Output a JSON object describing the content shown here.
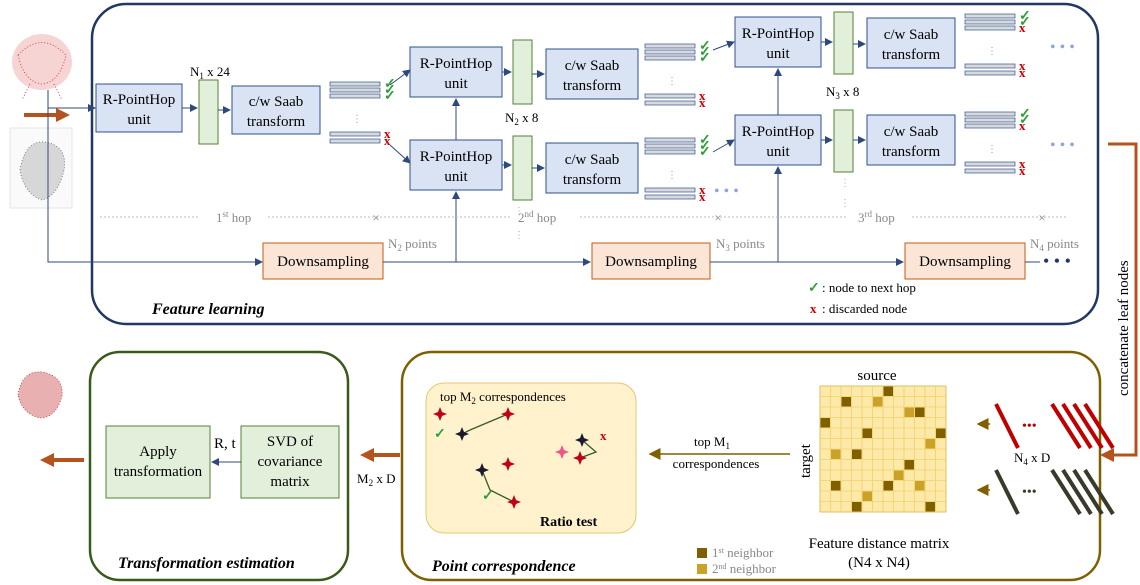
{
  "feature_learning": {
    "title": "Feature learning",
    "rpointhop": [
      "R-PointHop",
      "unit"
    ],
    "saab": [
      "c/w Saab",
      "transform"
    ],
    "downsampling": "Downsampling",
    "dim1": {
      "base": "N",
      "sub": "1",
      "rest": " x 24"
    },
    "dim2": {
      "base": "N",
      "sub": "2",
      "rest": " x 8"
    },
    "dim3": {
      "base": "N",
      "sub": "3",
      "rest": " x 8"
    },
    "pts2": {
      "base": "N",
      "sub": "2",
      "rest": " points"
    },
    "pts3": {
      "base": "N",
      "sub": "3",
      "rest": " points"
    },
    "pts4": {
      "base": "N",
      "sub": "4",
      "rest": " points"
    },
    "hop1": {
      "base": "1",
      "sup": "st",
      "rest": " hop"
    },
    "hop2": {
      "base": "2",
      "sup": "nd",
      "rest": " hop"
    },
    "hop3": {
      "base": "3",
      "sup": "rd",
      "rest": " hop"
    },
    "legend_check": ": node to next hop",
    "legend_x": ": discarded node",
    "check_glyph": "✓",
    "x_glyph": "x"
  },
  "side_label": "concatenate leaf nodes",
  "point_correspondence": {
    "title": "Point correspondence",
    "ratio_box_title": {
      "base": "top M",
      "sub": "2",
      "rest": " correspondences"
    },
    "ratio_test": "Ratio test",
    "topm1_line1": {
      "base": "top M",
      "sub": "1",
      "rest": ""
    },
    "topm1_line2": "correspondences",
    "source": "source",
    "target": "target",
    "matrix_caption1": "Feature distance matrix",
    "matrix_caption2": "(N4 x N4)",
    "n4xd": {
      "base": "N",
      "sub": "4",
      "rest": " x D"
    },
    "neighbor1": {
      "base": "1",
      "sup": "st",
      "rest": " neighbor"
    },
    "neighbor2": {
      "base": "2",
      "sup": "nd",
      "rest": " neighbor"
    }
  },
  "transformation_estimation": {
    "title": "Transformation estimation",
    "apply": [
      "Apply",
      "transformation"
    ],
    "svd": [
      "SVD of",
      "covariance",
      "matrix"
    ],
    "rt": "R, t",
    "m2xd": {
      "base": "M",
      "sub": "2",
      "rest": " x D"
    }
  },
  "colors": {
    "panel_blue": "#1f3864",
    "panel_green": "#3a5a1c",
    "panel_gold": "#7f6000",
    "arrow_brown": "#b5531e",
    "check_green": "#2e9e3a",
    "discard_red": "#d00000",
    "matrix_light": "#fde9a8",
    "matrix_dark": "#7f6000",
    "matrix_mid": "#c9a227"
  }
}
